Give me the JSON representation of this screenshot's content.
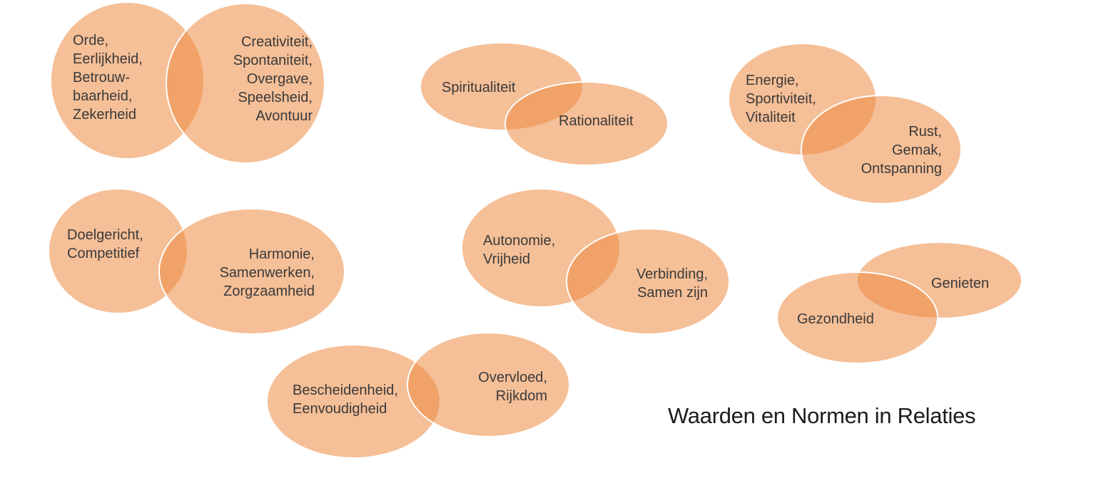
{
  "title": {
    "text": "Waarden en Normen in Relaties"
  },
  "colors": {
    "ellipse_fill": "rgba(237,138,66,0.55)",
    "ellipse_border": "#ffffff",
    "label_text": "#3a3a3a",
    "title_text": "#1c1c1c",
    "bg": "#ffffff"
  },
  "groups": [
    {
      "name": "orde-creativiteit",
      "a": {
        "label": "Orde,\nEerlijkheid,\nBetrouw-\nbaarheid,\nZekerheid"
      },
      "b": {
        "label": "Creativiteit,\nSpontaniteit,\nOvergave,\nSpeelsheid,\nAvontuur"
      }
    },
    {
      "name": "spiritualiteit-rationaliteit",
      "a": {
        "label": "Spiritualiteit"
      },
      "b": {
        "label": "Rationaliteit"
      }
    },
    {
      "name": "energie-rust",
      "a": {
        "label": "Energie,\nSportiviteit,\nVitaliteit"
      },
      "b": {
        "label": "Rust,\nGemak,\nOntspanning"
      }
    },
    {
      "name": "doelgericht-harmonie",
      "a": {
        "label": "Doelgericht,\nCompetitief"
      },
      "b": {
        "label": "Harmonie,\nSamenwerken,\nZorgzaamheid"
      }
    },
    {
      "name": "autonomie-verbinding",
      "a": {
        "label": "Autonomie,\nVrijheid"
      },
      "b": {
        "label": "Verbinding,\nSamen zijn"
      }
    },
    {
      "name": "genieten-gezondheid",
      "a": {
        "label": "Genieten"
      },
      "b": {
        "label": "Gezondheid"
      }
    },
    {
      "name": "bescheidenheid-overvloed",
      "a": {
        "label": "Bescheidenheid,\nEenvoudigheid"
      },
      "b": {
        "label": "Overvloed,\nRijkdom"
      }
    }
  ]
}
